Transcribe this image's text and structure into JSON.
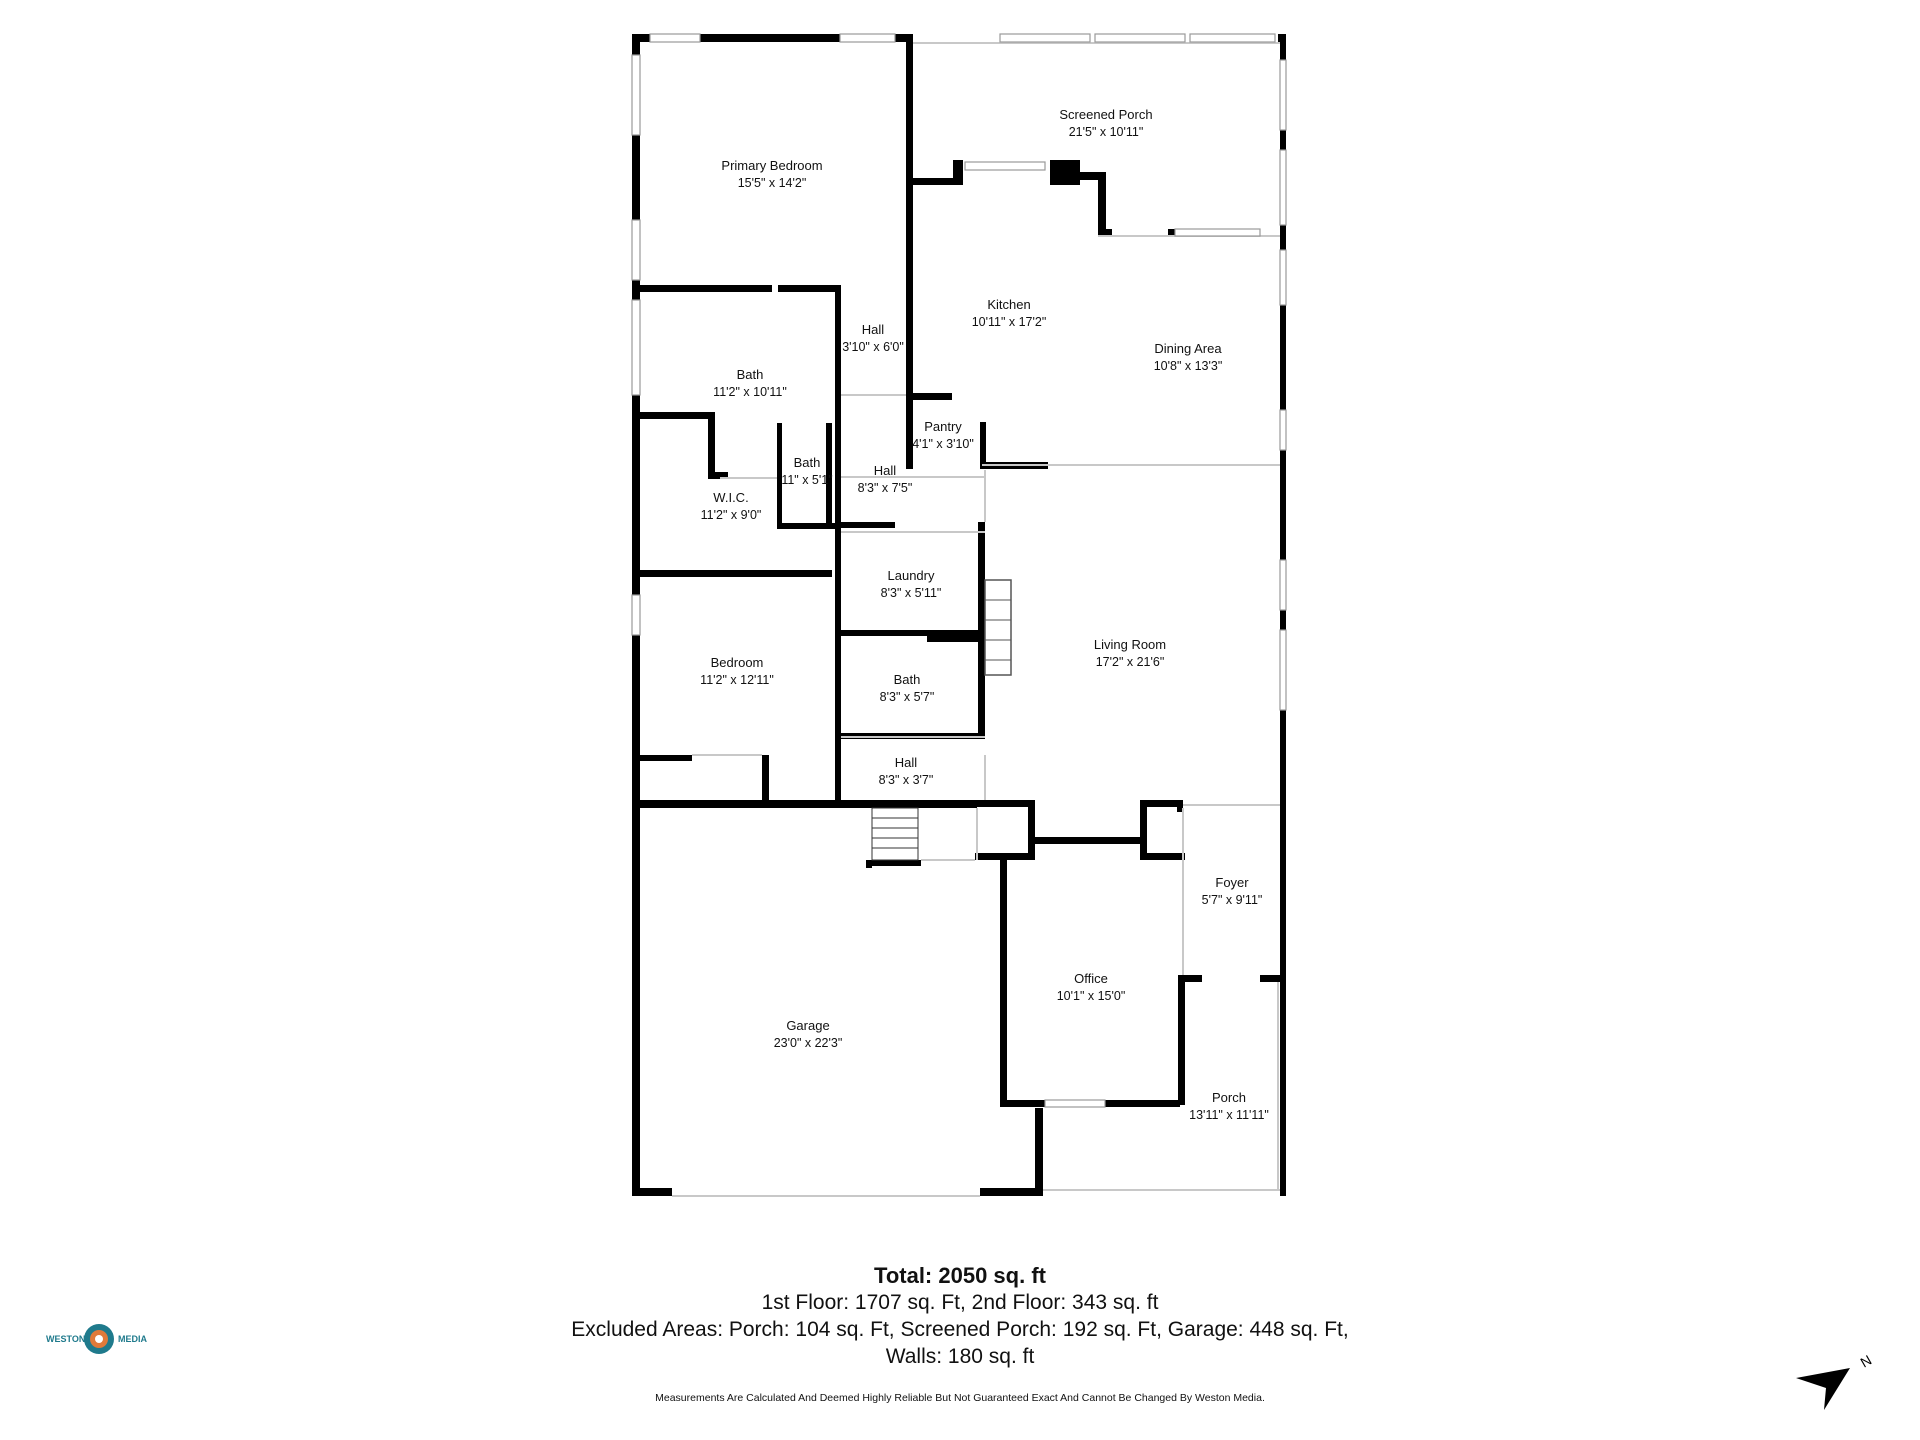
{
  "rooms": [
    {
      "name": "Primary Bedroom",
      "dims": "15'5\" x 14'2\""
    },
    {
      "name": "Screened Porch",
      "dims": "21'5\" x 10'11\""
    },
    {
      "name": "Kitchen",
      "dims": "10'11\" x 17'2\""
    },
    {
      "name": "Dining Area",
      "dims": "10'8\" x 13'3\""
    },
    {
      "name": "Hall",
      "dims": "3'10\" x 6'0\""
    },
    {
      "name": "Bath",
      "dims": "11'2\" x 10'11\""
    },
    {
      "name": "Pantry",
      "dims": "4'1\" x 3'10\""
    },
    {
      "name": "Bath",
      "dims": "11\" x 5'1\""
    },
    {
      "name": "Hall",
      "dims": "8'3\" x 7'5\""
    },
    {
      "name": "W.I.C.",
      "dims": "11'2\" x 9'0\""
    },
    {
      "name": "Laundry",
      "dims": "8'3\" x 5'11\""
    },
    {
      "name": "Living Room",
      "dims": "17'2\" x 21'6\""
    },
    {
      "name": "Bedroom",
      "dims": "11'2\" x 12'11\""
    },
    {
      "name": "Bath",
      "dims": "8'3\" x 5'7\""
    },
    {
      "name": "Hall",
      "dims": "8'3\" x 3'7\""
    },
    {
      "name": "Foyer",
      "dims": "5'7\" x 9'11\""
    },
    {
      "name": "Office",
      "dims": "10'1\" x 15'0\""
    },
    {
      "name": "Garage",
      "dims": "23'0\" x 22'3\""
    },
    {
      "name": "Porch",
      "dims": "13'11\" x 11'11\""
    }
  ],
  "summary": {
    "total": "Total: 2050 sq. ft",
    "floors": "1st Floor: 1707 sq. Ft, 2nd Floor: 343 sq. ft",
    "excluded": "Excluded Areas: Porch: 104 sq. Ft, Screened Porch: 192 sq. Ft, Garage: 448 sq. Ft,",
    "walls": "Walls: 180 sq. ft"
  },
  "disclaimer": "Measurements Are Calculated And Deemed Highly Reliable But Not Guaranteed Exact And Cannot Be Changed By Weston Media.",
  "logo": {
    "left_text": "WESTON",
    "right_text": "MEDIA",
    "colors": [
      "#1f7a8c",
      "#e07a3a"
    ]
  },
  "compass": {
    "label": "N"
  }
}
